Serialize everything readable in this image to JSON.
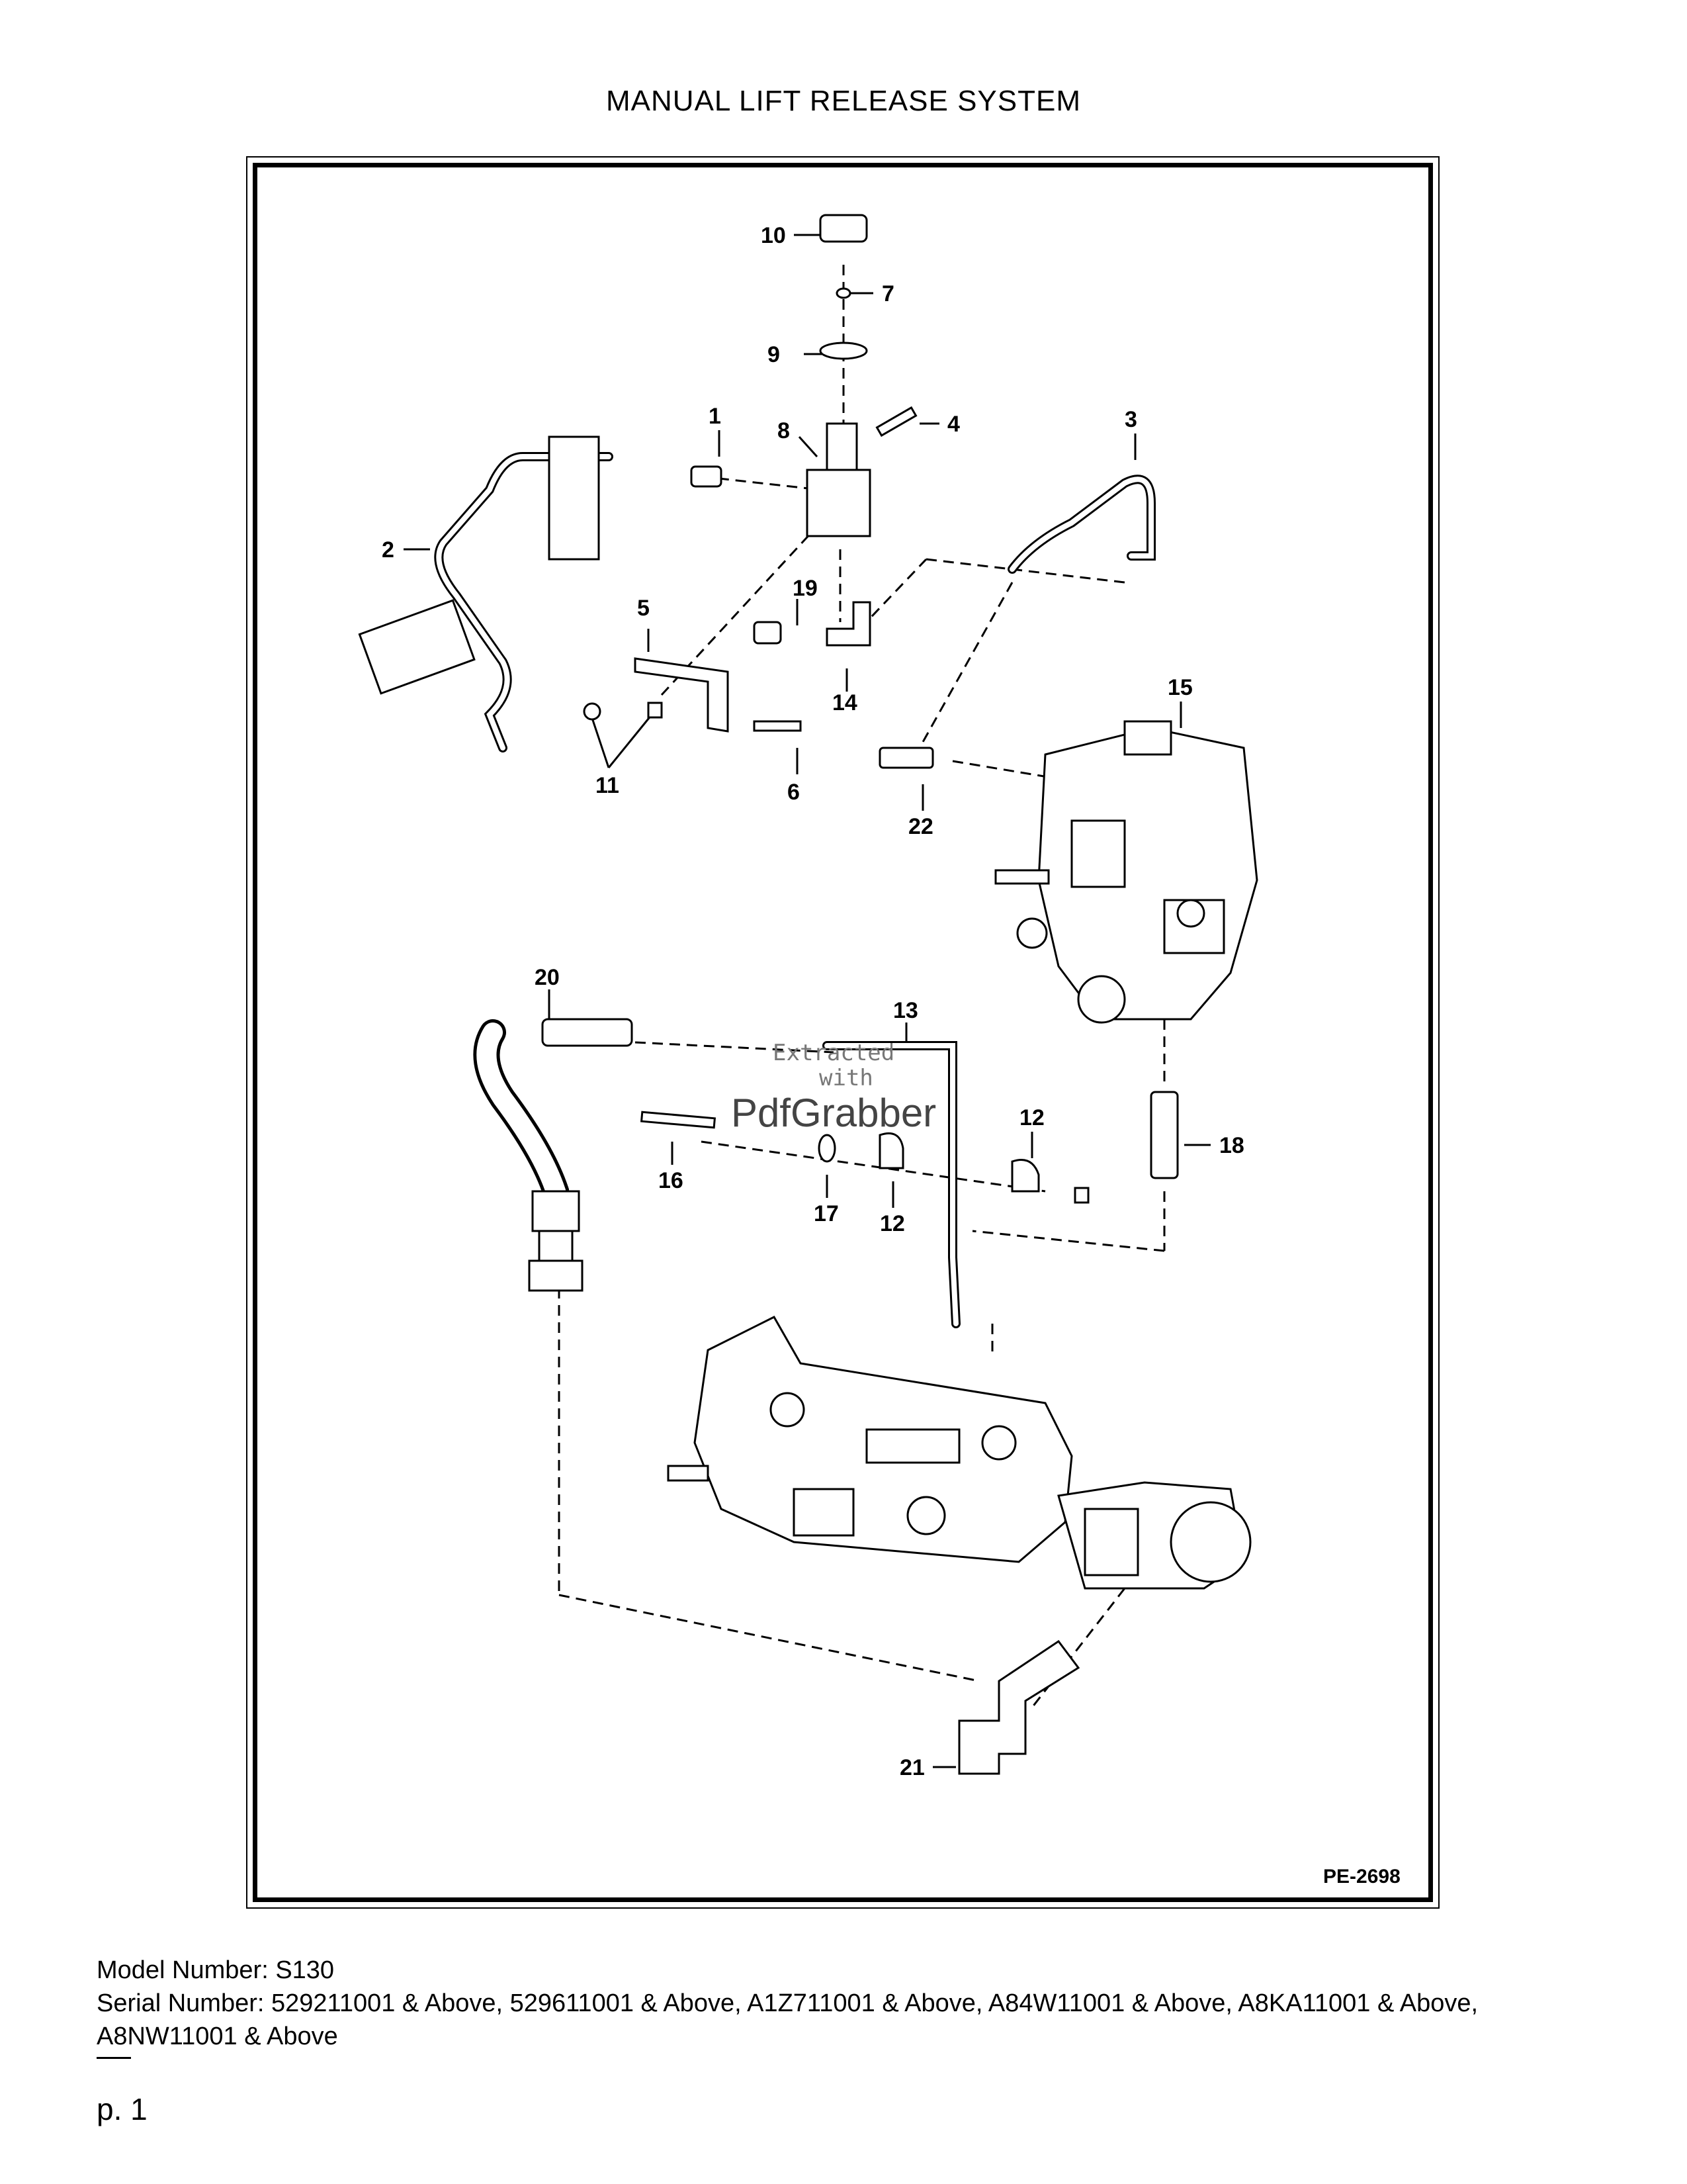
{
  "title": "MANUAL LIFT RELEASE SYSTEM",
  "diagram": {
    "reference": "PE-2698",
    "callouts": [
      "10",
      "7",
      "9",
      "1",
      "8",
      "4",
      "3",
      "2",
      "19",
      "5",
      "14",
      "15",
      "11",
      "6",
      "22",
      "20",
      "13",
      "12",
      "18",
      "16",
      "17",
      "12",
      "21"
    ],
    "watermark": {
      "line1": "Extracted",
      "line2": "with",
      "brand": "PdfGrabber"
    }
  },
  "footer": {
    "model_line": "Model Number: S130",
    "serial_line": "Serial Number: 529211001 & Above, 529611001 & Above, A1Z711001 & Above, A84W11001 & Above, A8KA11001 & Above, A8NW11001 & Above",
    "page_label": "p. 1"
  }
}
